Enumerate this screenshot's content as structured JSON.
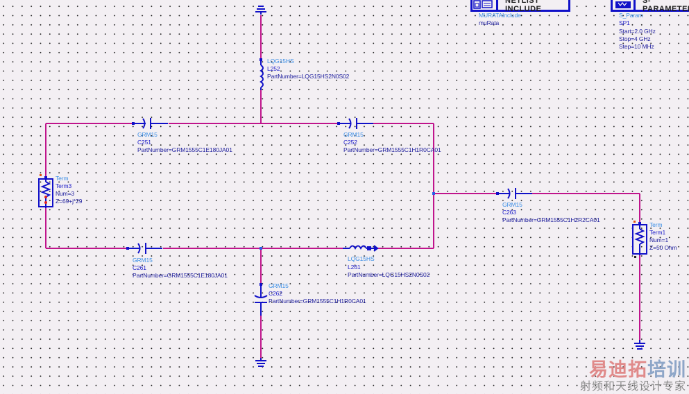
{
  "netlist_block": {
    "title": "NETLIST  INCLUDE",
    "type_label": "MURATAInclude",
    "instance": "muRata"
  },
  "sparam_block": {
    "title": "S-PARAMETERS",
    "type_label": "S_Param",
    "instance": "SP1",
    "start": "Start=2.0 GHz",
    "stop": "Stop=4 GHz",
    "step": "Step=10 MHz"
  },
  "components": {
    "L252": {
      "model": "LQG15HS",
      "name": "L252",
      "part": "PartNumber=LQG15HS2N0S02"
    },
    "C251": {
      "model": "GRM15",
      "name": "C251",
      "part": "PartNumber=GRM1555C1E180JA01"
    },
    "C252": {
      "model": "GRM15",
      "name": "C252",
      "part": "PartNumber=GRM1555C1H1R0CA01"
    },
    "Term3": {
      "model": "Term",
      "name": "Term3",
      "num": "Num=3",
      "z": "Z=69+j*29"
    },
    "C263": {
      "model": "GRM15",
      "name": "C263",
      "part": "PartNumber=GRM1555C1H2R2CA01"
    },
    "Term1": {
      "model": "Term",
      "name": "Term1",
      "num": "Num=1",
      "z": "Z=50 Ohm"
    },
    "C261": {
      "model": "GRM15",
      "name": "C261",
      "part": "PartNumber=GRM1555C1E180JA01"
    },
    "L261": {
      "model": "LQG15HS",
      "name": "L261",
      "part": "PartNumber=LQG15HS2N0S02"
    },
    "C262": {
      "model": "GRM15",
      "name": "C262",
      "part": "PartNumber=GRM1555C1H1R0CA01"
    }
  },
  "colors": {
    "wire": "#c0148c",
    "component": "#1010c8",
    "label_type": "#3a8ee6",
    "label_name": "#1c1cc8",
    "background": "#f3eff3"
  },
  "watermark": {
    "main_a": "易迪拓",
    "main_b": "培训",
    "sub": "射频和天线设计专家"
  }
}
